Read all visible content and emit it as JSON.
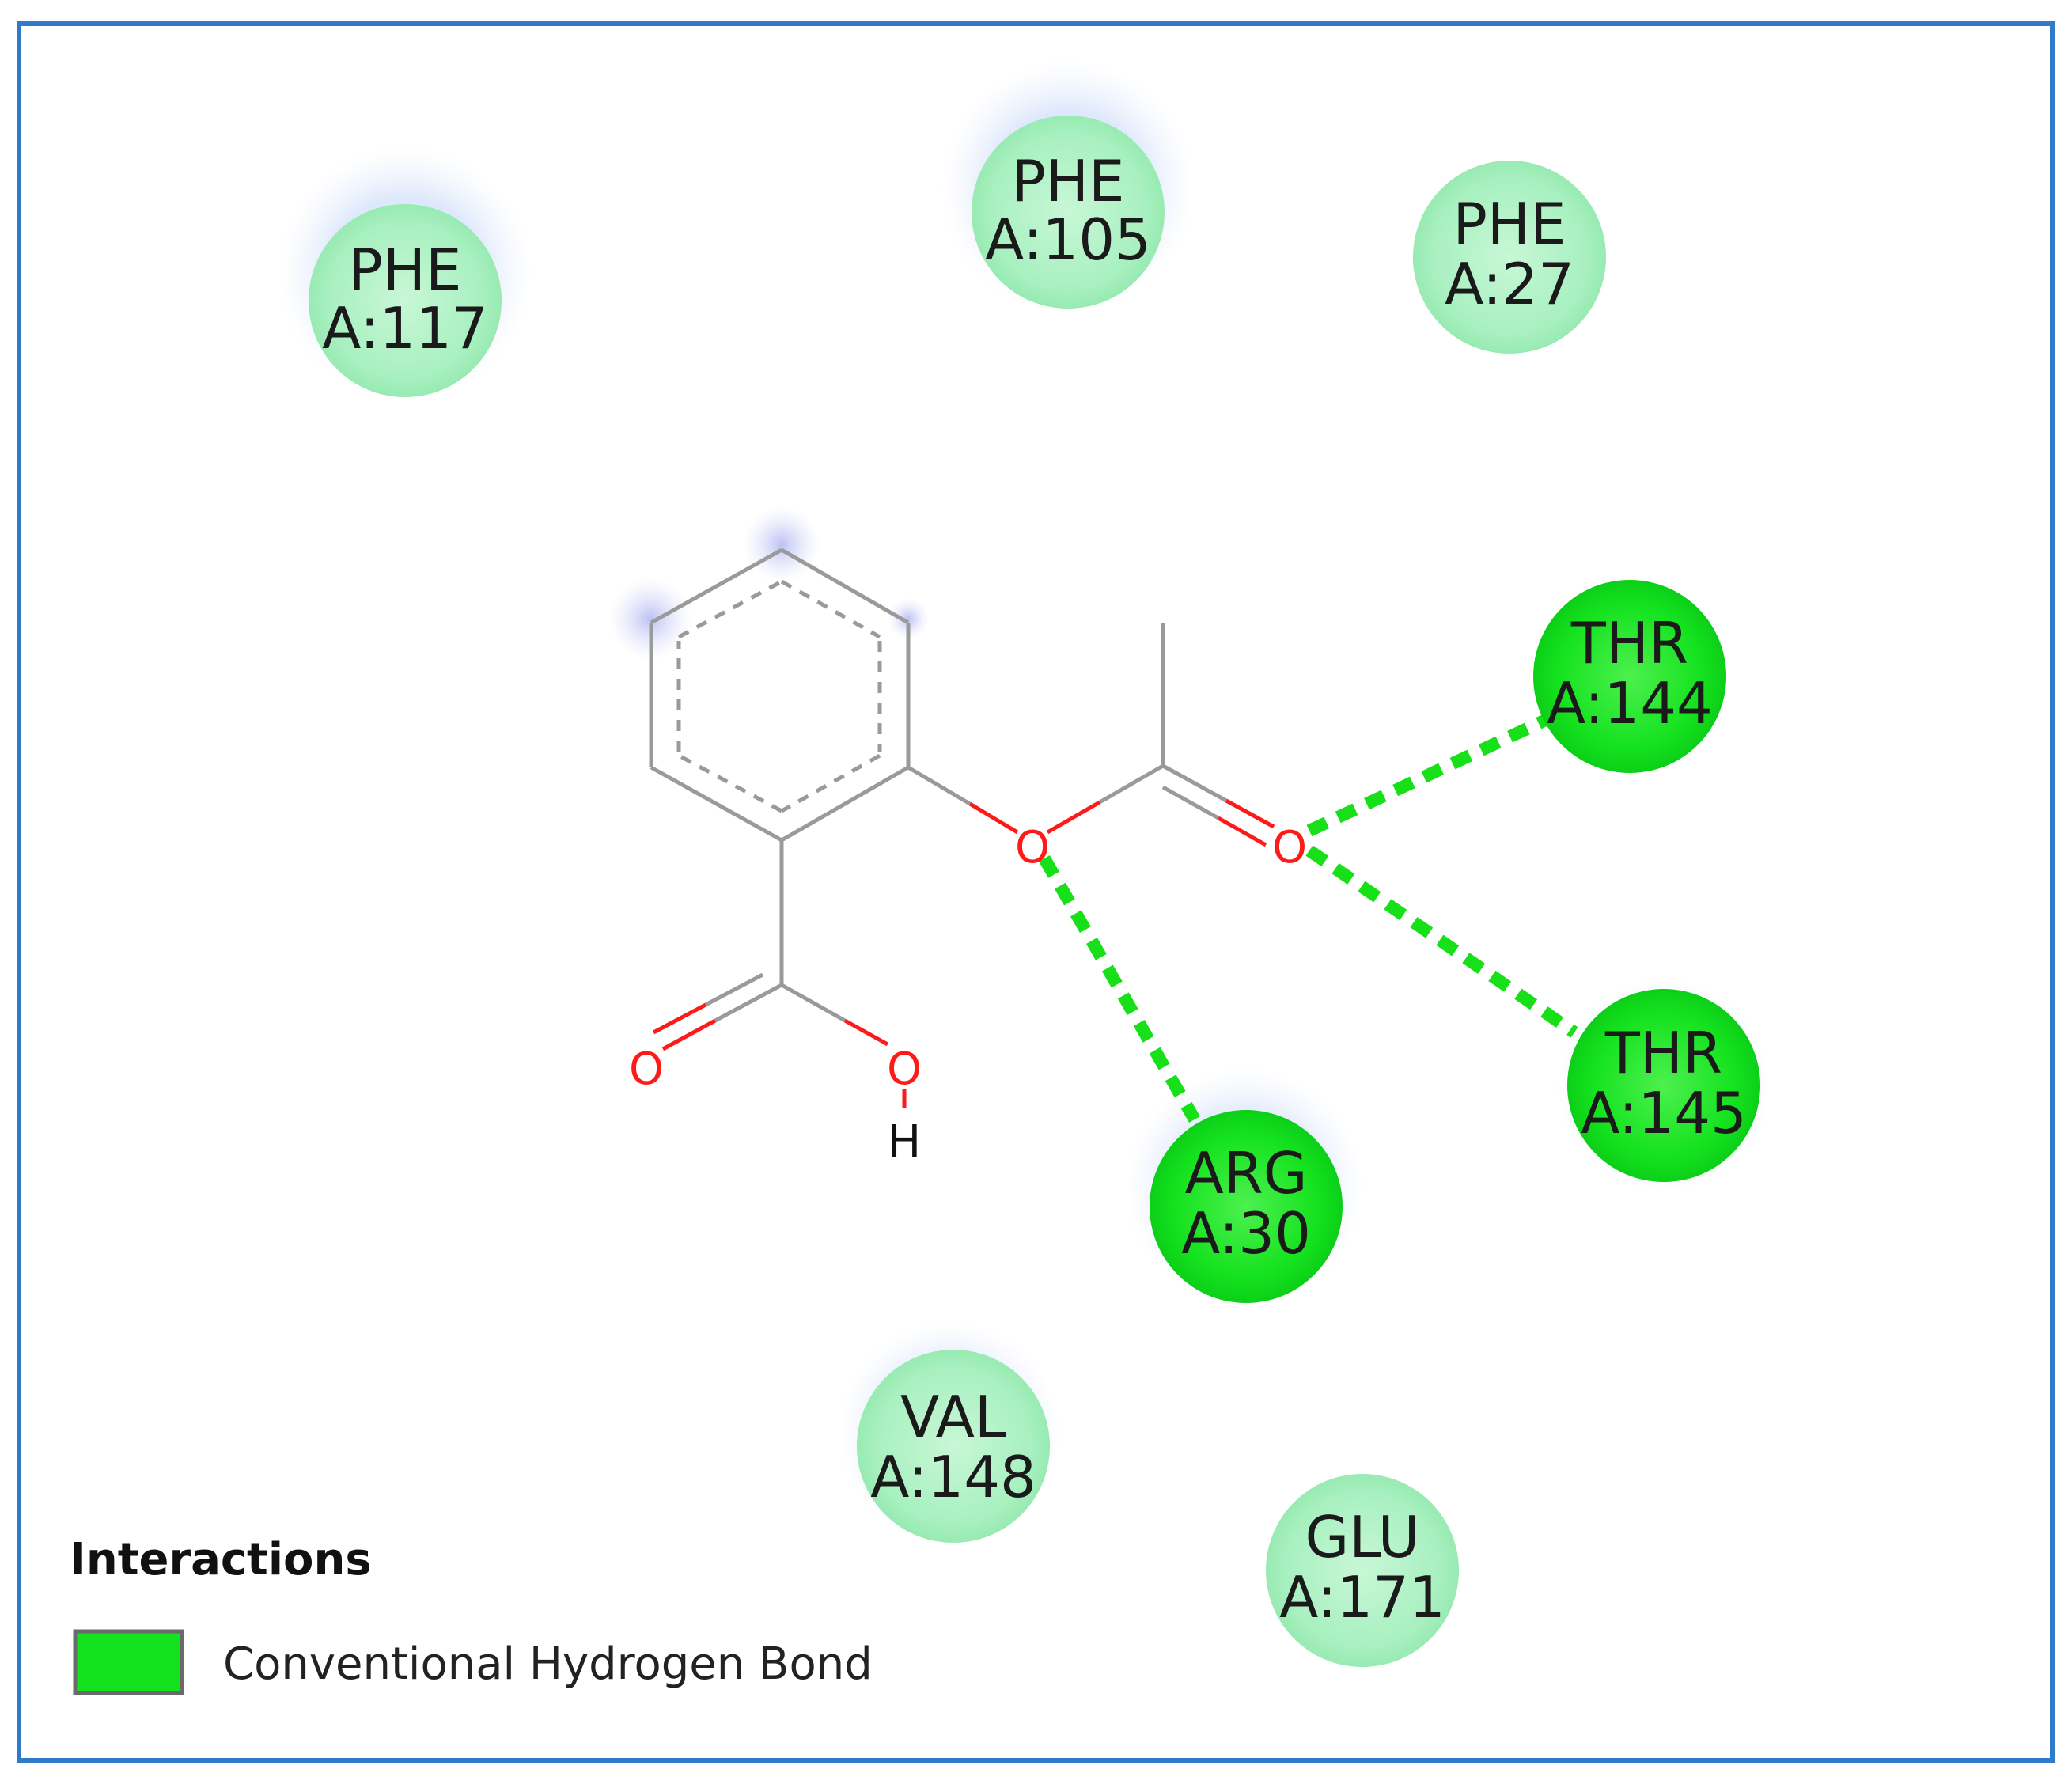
{
  "colors": {
    "frame": "#2f7bc9",
    "hbond": "#18e018",
    "hbond_residue_fill": "#14e21e",
    "vdw_residue_fill": "#a8f0c0",
    "halo": "#dbe6fb",
    "oxygen": "#ff1a1a",
    "bond": "#9a9a9a",
    "hydrogen": "#111111"
  },
  "residues": [
    {
      "id": "phe117",
      "name": "PHE",
      "number": "A:117",
      "type": "vdw",
      "halo": true
    },
    {
      "id": "phe105",
      "name": "PHE",
      "number": "A:105",
      "type": "vdw",
      "halo": true
    },
    {
      "id": "phe27",
      "name": "PHE",
      "number": "A:27",
      "type": "vdw",
      "halo": false
    },
    {
      "id": "thr144",
      "name": "THR",
      "number": "A:144",
      "type": "hbond",
      "halo": false
    },
    {
      "id": "thr145",
      "name": "THR",
      "number": "A:145",
      "type": "hbond",
      "halo": true
    },
    {
      "id": "arg30",
      "name": "ARG",
      "number": "A:30",
      "type": "hbond",
      "halo": true
    },
    {
      "id": "val148",
      "name": "VAL",
      "number": "A:148",
      "type": "vdw",
      "halo": true
    },
    {
      "id": "glu171",
      "name": "GLU",
      "number": "A:171",
      "type": "vdw",
      "halo": false
    }
  ],
  "ligand_atoms": {
    "ester_oxygen": "O",
    "carbonyl_oxygen": "O",
    "acid_carbonyl_oxygen": "O",
    "hydroxyl_oxygen": "O",
    "hydroxyl_hydrogen": "H"
  },
  "hbonds": [
    {
      "from": "carbonyl_oxygen",
      "to": "thr144"
    },
    {
      "from": "carbonyl_oxygen",
      "to": "thr145"
    },
    {
      "from": "ester_oxygen",
      "to": "arg30"
    }
  ],
  "legend": {
    "title": "Interactions",
    "items": [
      {
        "label": "Conventional Hydrogen Bond",
        "color": "#14e21e"
      }
    ]
  }
}
